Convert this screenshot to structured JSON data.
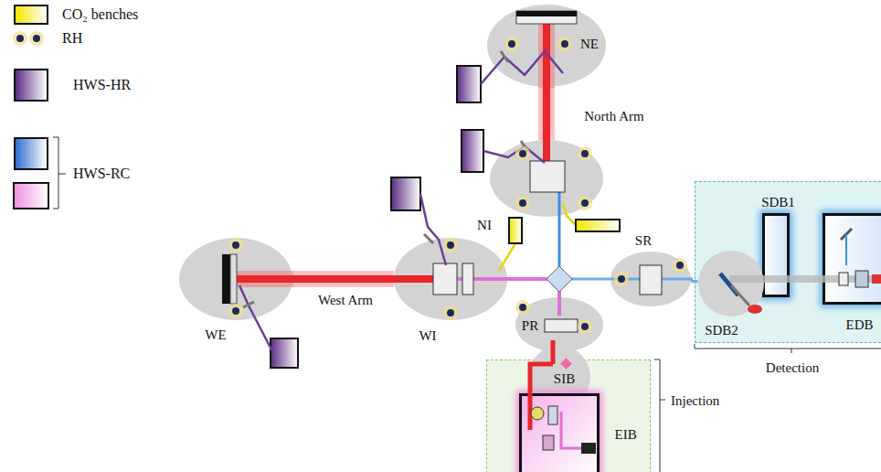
{
  "diagram": {
    "nodes": [
      {
        "text": [
          "NE"
        ]
      },
      {
        "text": [
          "NI"
        ]
      },
      {
        "text": [
          "WE"
        ]
      },
      {
        "text": [
          "WI"
        ]
      },
      {
        "text": [
          "PR"
        ]
      },
      {
        "text": [
          "SR"
        ]
      },
      {
        "text": [
          "Detection"
        ]
      },
      {
        "text": [
          "SDB1"
        ],
        "in": 6
      },
      {
        "text": [
          "SDB2"
        ],
        "in": 6
      },
      {
        "text": [
          "EDB"
        ],
        "in": 6
      },
      {
        "text": [
          "Injection"
        ]
      },
      {
        "text": [
          "SIB"
        ],
        "in": 10
      },
      {
        "text": [
          "EIB"
        ],
        "in": 10
      }
    ],
    "edges": [
      {
        "from": 1,
        "to": 0,
        "arrow": "none"
      },
      {
        "from": 3,
        "to": 2,
        "arrow": "none"
      },
      {
        "from": 5,
        "to": 8,
        "arrow": "none"
      }
    ],
    "labels": [
      "North Arm",
      "West Arm"
    ],
    "legend": [
      {
        "text": "CO₂ benches",
        "color": "#f2e600"
      },
      {
        "text": "RH"
      },
      {
        "text": "HWS-HR",
        "color": "#5b2c83"
      },
      {
        "text": "HWS-RC",
        "color": "#2e6fd0"
      }
    ]
  }
}
